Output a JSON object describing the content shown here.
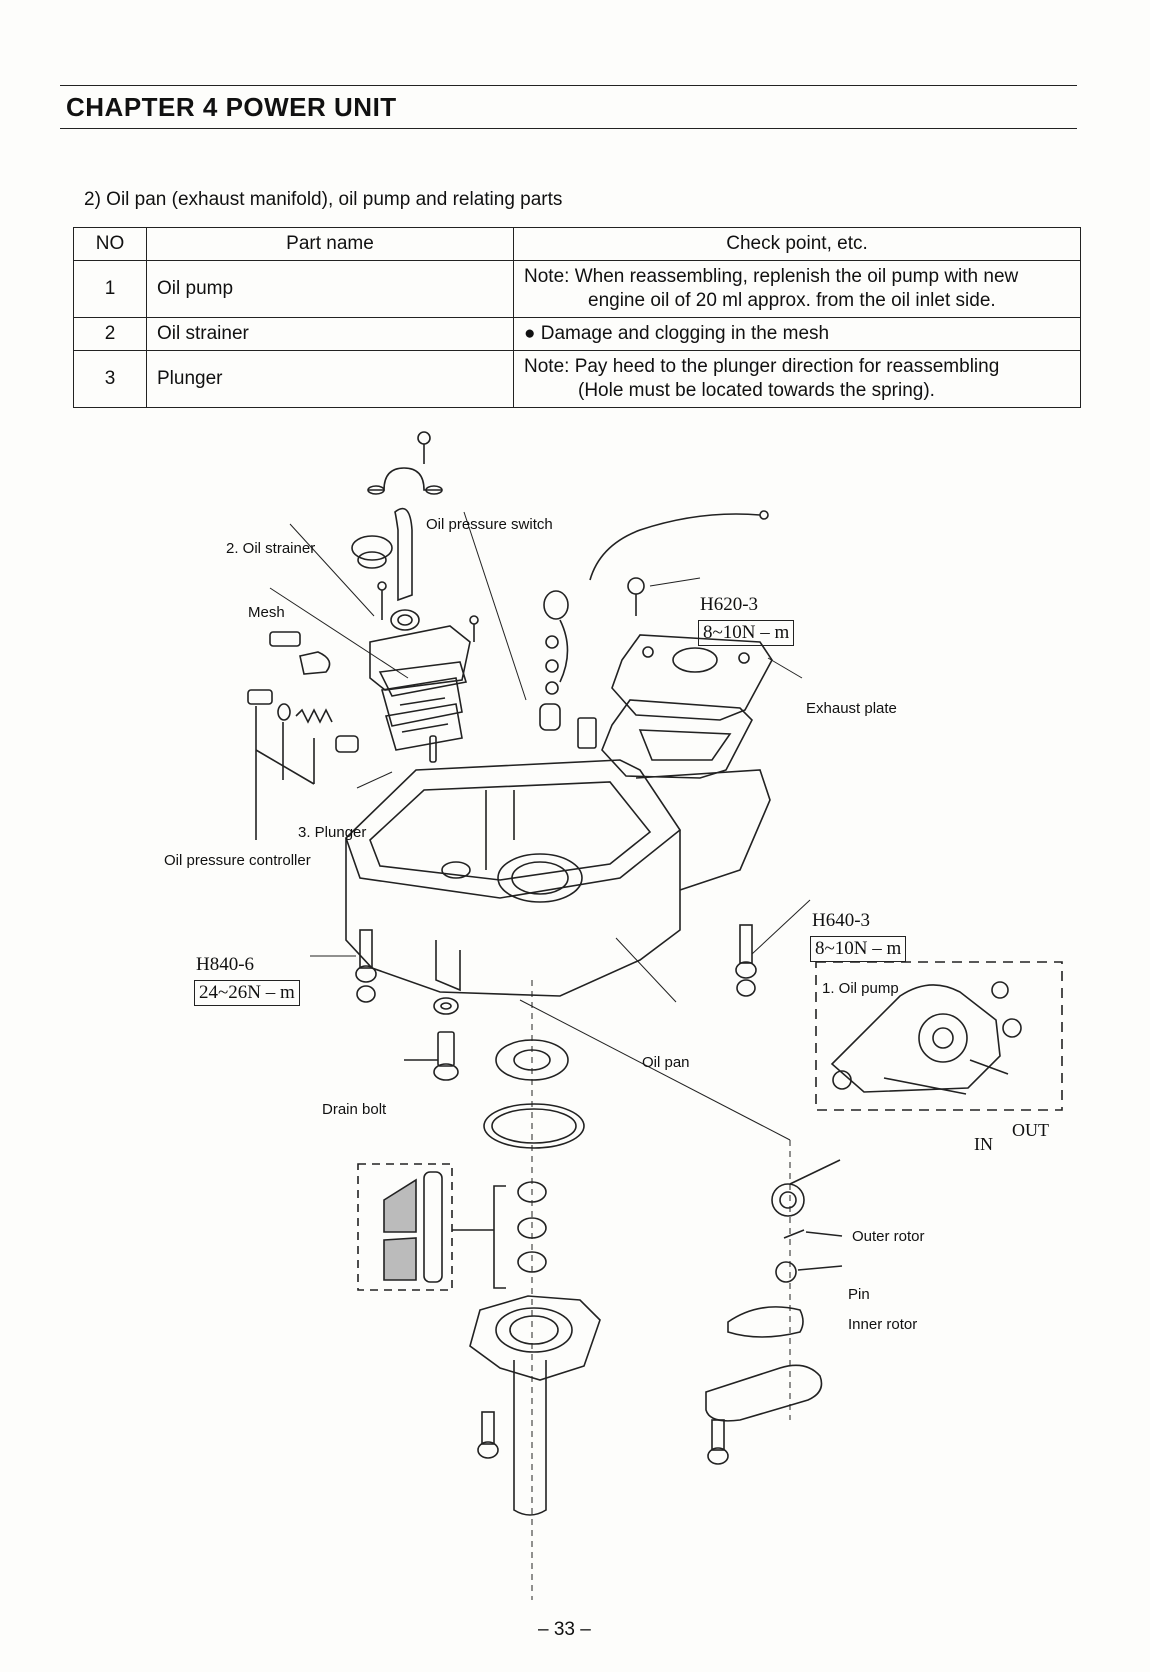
{
  "header": {
    "chapter": "CHAPTER 4 POWER UNIT"
  },
  "section_title": "2) Oil pan (exhaust manifold), oil pump and relating parts",
  "table": {
    "headers": [
      "NO",
      "Part name",
      "Check point, etc."
    ],
    "rows": [
      {
        "no": "1",
        "name": "Oil pump",
        "check_line1": "Note: When reassembling, replenish the oil pump with new",
        "check_line2": "engine oil of 20 ml approx. from the oil inlet side."
      },
      {
        "no": "2",
        "name": "Oil strainer",
        "check_line1": "● Damage and clogging in the mesh",
        "check_line2": ""
      },
      {
        "no": "3",
        "name": "Plunger",
        "check_line1": "Note: Pay heed to the plunger direction for reassembling",
        "check_line2": "(Hole must be located towards the spring)."
      }
    ]
  },
  "diagram": {
    "labels": {
      "oil_strainer": "2. Oil strainer",
      "mesh": "Mesh",
      "oil_pressure_switch": "Oil pressure switch",
      "plunger": "3. Plunger",
      "oil_pressure_controller": "Oil pressure controller",
      "exhaust_plate": "Exhaust plate",
      "oil_pan": "Oil pan",
      "drain_bolt": "Drain bolt",
      "oil_pump": "1. Oil pump",
      "in": "IN",
      "out": "OUT",
      "outer_rotor": "Outer rotor",
      "pin": "Pin",
      "inner_rotor": "Inner rotor"
    },
    "torque": [
      {
        "code": "H620-3",
        "value": "8~10N – m"
      },
      {
        "code": "H640-3",
        "value": "8~10N – m"
      },
      {
        "code": "H840-6",
        "value": "24~26N – m"
      }
    ]
  },
  "page_number": "– 33 –"
}
